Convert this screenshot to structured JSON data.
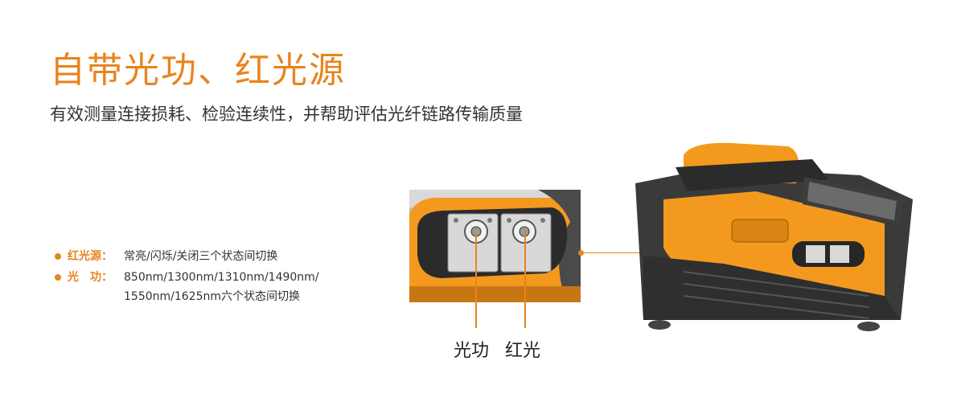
{
  "heading": {
    "title": "自带光功、红光源",
    "subtitle": "有效测量连接损耗、检验连续性，并帮助评估光纤链路传输质量"
  },
  "features": [
    {
      "label": "红光源：",
      "text": "常亮/闪烁/关闭三个状态间切换"
    },
    {
      "label": "光　功：",
      "text": "850nm/1300nm/1310nm/1490nm/",
      "continuation": "1550nm/1625nm六个状态间切换"
    }
  ],
  "callouts": {
    "power_meter": "光功",
    "red_light": "红光"
  },
  "colors": {
    "accent": "#e8841f",
    "text": "#333333"
  }
}
